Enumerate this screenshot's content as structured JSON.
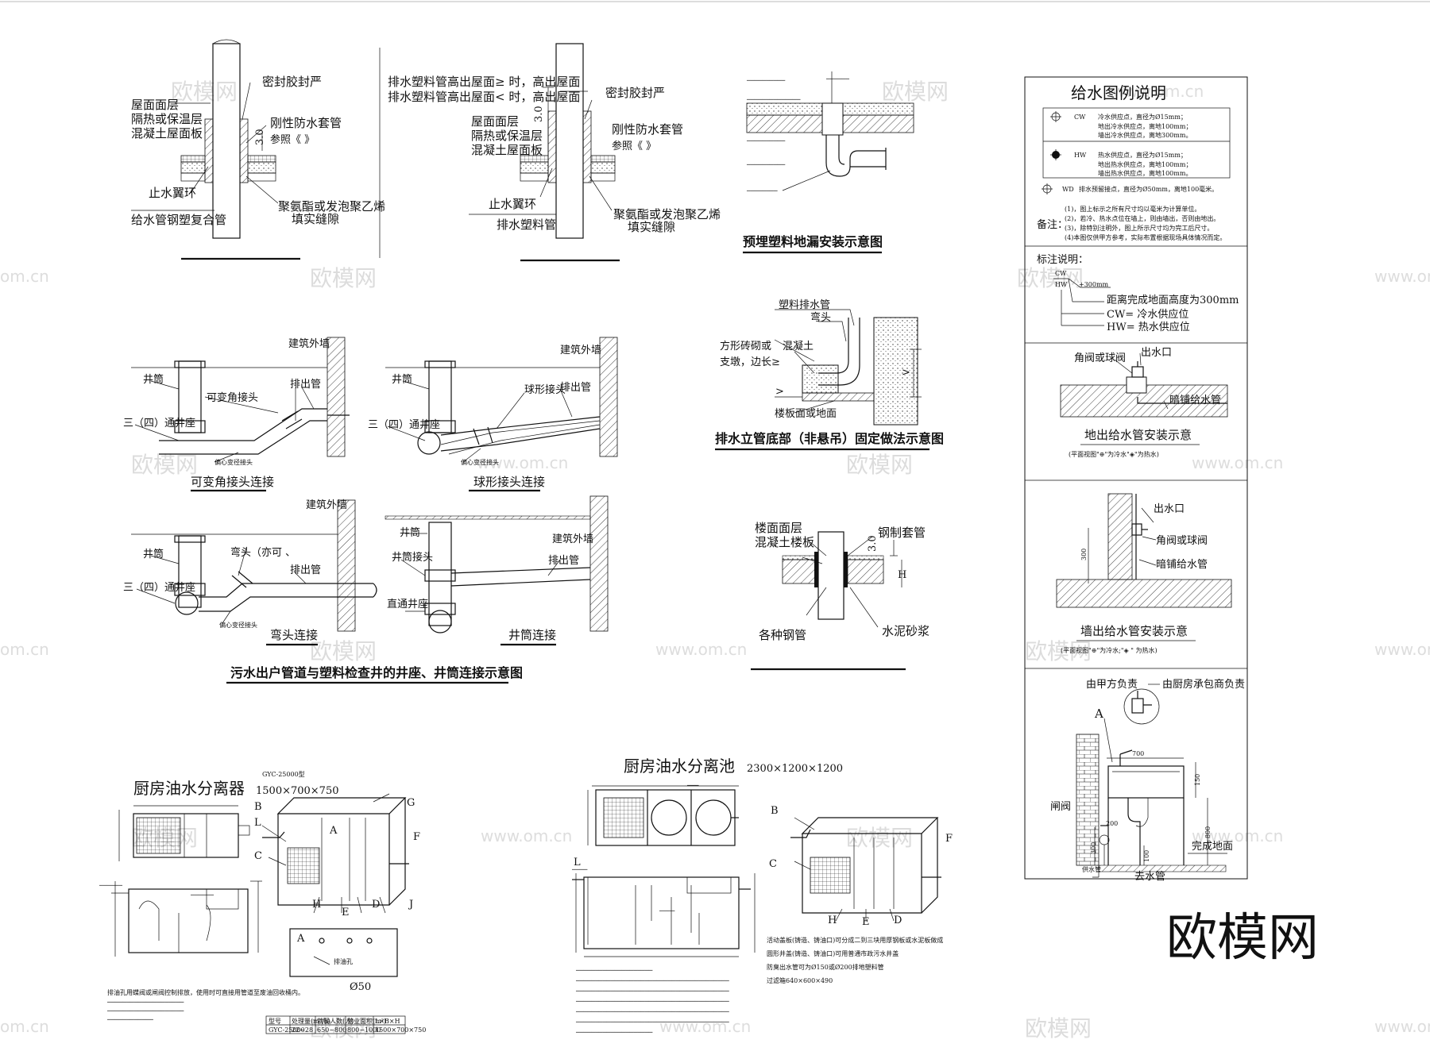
{
  "roof_detail_1": {
    "roof_surface": "屋面面层",
    "insulation": "隔热或保温层",
    "slab": "混凝土屋面板",
    "sealant": "密封胶封严",
    "rigid_sleeve": "刚性防水套管",
    "ref": "参照《        》",
    "dim": "3.0",
    "water_ring": "止水翼环",
    "pipe": "给水管钢塑复合管",
    "filler_1": "聚氨酯或发泡聚乙烯",
    "filler_2": "填实缝隙"
  },
  "roof_detail_2": {
    "line_1": "排水塑料管高出屋面≥        时，高出屋面",
    "line_2": "排水塑料管高出屋面<        时，高出屋面",
    "sealant": "密封胶封严",
    "roof_surface": "屋面面层",
    "insulation": "隔热或保温层",
    "slab": "混凝土屋面板",
    "rigid_sleeve": "刚性防水套管",
    "ref": "参照《        》",
    "dim": "3.0",
    "water_ring": "止水翼环",
    "pipe": "排水塑料管",
    "filler_1": "聚氨酯或发泡聚乙烯",
    "filler_2": "填实缝隙"
  },
  "floor_drain": {
    "caption": "预埋塑料地漏安装示意图"
  },
  "riser_base": {
    "pipe": "塑料排水管",
    "elbow": "弯头",
    "pier_1": "方形砖砌或",
    "pier_2": "支墩，边长≥",
    "concrete": "混凝土",
    "floor": "楼板面或地面",
    "caption": "排水立管底部（非悬吊）固定做法示意图"
  },
  "steel_sleeve": {
    "floor_surface": "楼面面层",
    "slab": "混凝土楼板",
    "sleeve": "钢制套管",
    "pipes": "各种钢管",
    "mortar": "水泥砂浆",
    "dim": "3.0",
    "h": "H"
  },
  "manhole_a": {
    "wall": "建筑外墙",
    "shaft": "井筒",
    "joint": "可变角接头",
    "outlet": "排出管",
    "base": "三（四）通井座",
    "reducer": "偏心变径接头",
    "caption": "可变角接头连接"
  },
  "manhole_b": {
    "wall": "建筑外墙",
    "shaft": "井筒",
    "joint": "球形接头",
    "outlet": "排出管",
    "base": "三（四）通井座",
    "reducer": "偏心变径接头",
    "caption": "球形接头连接"
  },
  "manhole_c": {
    "wall": "建筑外墙",
    "shaft": "井筒",
    "elbow": "弯头（亦可        、",
    "outlet": "排出管",
    "base": "三（四）通井座",
    "reducer": "偏心变径接头",
    "caption": "弯头连接"
  },
  "manhole_d": {
    "wall": "建筑外墙",
    "shaft": "井筒",
    "shaft_joint": "井筒接头",
    "outlet": "排出管",
    "base": "直通井座",
    "caption": "井筒连接"
  },
  "manhole_caption": "污水出户管道与塑料检查井的井座、井筒连接示意图",
  "separator": {
    "title": "厨房油水分离器",
    "size": "1500×700×750",
    "model": "GYC-25000型",
    "labels": [
      "B",
      "L",
      "C",
      "A",
      "H",
      "E",
      "D",
      "J",
      "F",
      "G"
    ],
    "drain": "排油孔",
    "d50": "Ø50",
    "table_header": [
      "型号",
      "处理量(m³/h)",
      "就餐人数(人)",
      "营业面积(m²)",
      "L×B×H"
    ],
    "table_row": [
      "GYC-25000",
      "22~28",
      "650~800",
      "800~1000",
      "1500×700×750"
    ]
  },
  "separator_pool": {
    "title": "厨房油水分离池",
    "size": "2300×1200×1200",
    "labels": [
      "B",
      "L",
      "C",
      "H",
      "E",
      "D",
      "F"
    ],
    "notes": [
      "活动盖板(铸造、铸油口)可分成二到三块用厚钢板或水泥板做成",
      "圆形井盖(铸造、铸油口)可用普通市政污水井盖",
      "防臭出水管可为Ø150或Ø200排地塑料管",
      "过滤箱640×600×490"
    ]
  },
  "legend": {
    "title": "给水图例说明",
    "cw_code": "CW",
    "cw_line_1": "冷水供应点，直径为Ø15mm；",
    "cw_line_2": "地出冷水供应点，离地100mm；",
    "cw_line_3": "墙出冷水供应点，离地300mm。",
    "hw_code": "HW",
    "hw_line_1": "热水供应点，直径为Ø15mm；",
    "hw_line_2": "地出热水供应点，离地100mm；",
    "hw_line_3": "墙出热水供应点，离地100mm。",
    "wd_code": "WD",
    "wd_text": "排水预留接点，直径为Ø50mm，离地100毫米。",
    "notes_label": "备注：",
    "notes": [
      "(1)，图上标示之所有尺寸均以毫米为计算单位。",
      "(2)，若冷、热水点位在墙上，则由墙出，否则由地出。",
      "(3)，除特别注明外，图上所示尺寸均为完工后尺寸。",
      "(4)本图仅供甲方参考，实际布置根据现场具体情况而定。"
    ],
    "mark_title": "标注说明：",
    "mark_cw": "CW",
    "mark_hw": "HW",
    "mark_height": "+300mm",
    "mark_desc": "距离完成地面高度为300mm",
    "mark_cw_desc": "CW= 冷水供应位",
    "mark_hw_desc": "HW= 热水供应位"
  },
  "floor_outlet": {
    "valve": "角阀或球阀",
    "outlet": "出水口",
    "pipe": "暗铺给水管",
    "caption": "地出给水管安装示意",
    "sub": "(平面视图\"⊕\"为冷水\"◈\"为热水)"
  },
  "wall_outlet": {
    "outlet": "出水口",
    "valve": "角阀或球阀",
    "pipe": "暗铺给水管",
    "dim": "300",
    "caption": "墙出给水管安装示意",
    "sub": "(平面视图\"⊕\"为冷水;\"◈ \" 为热水)"
  },
  "sink_detail": {
    "owner": "由甲方负责",
    "contractor": "由厨房承包商负责",
    "mark": "A",
    "valve": "闸阀",
    "dim_700": "700",
    "dim_150": "150",
    "dim_800": "800",
    "dim_200": "200",
    "dim_300": "300",
    "dim_100": "100",
    "floor": "完成地面",
    "supply": "供水管",
    "drain": "去水管"
  },
  "watermark": {
    "brand": "欧模网",
    "url": "www.om.cn",
    "domain": "om.cn"
  }
}
